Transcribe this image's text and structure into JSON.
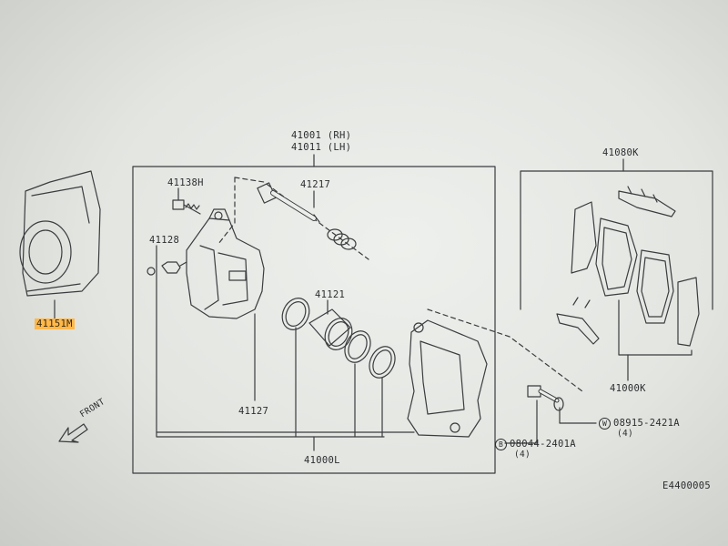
{
  "labels": {
    "caliper_rh": "41001 (RH)",
    "caliper_lh": "41011 (LH)",
    "bolt_upper": "41138H",
    "pin_set": "41217",
    "bleeder": "41128",
    "piston_seal": "41121",
    "cylinder": "41127",
    "assy_lower": "41000L",
    "pad_kit": "41080K",
    "pad_assy": "41000K",
    "dust_shield": "41151M",
    "washer_code": "08915-2421A",
    "washer_qty": "(4)",
    "bolt_code": "08044-2401A",
    "bolt_qty": "(4)",
    "washer_mark": "W",
    "bolt_mark": "B",
    "front": "FRONT",
    "figure_code": "E4400005"
  }
}
